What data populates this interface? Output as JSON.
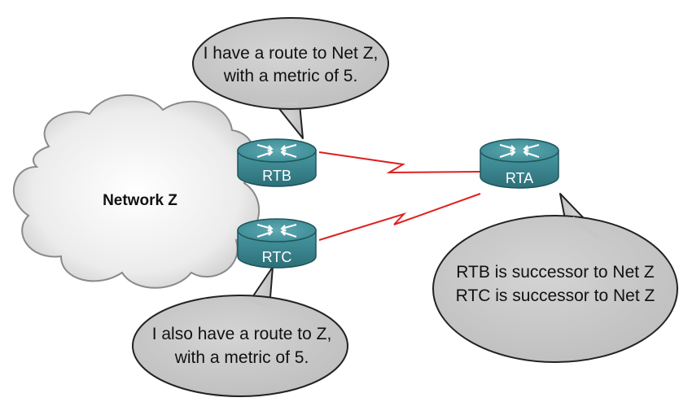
{
  "network": {
    "label": "Network Z"
  },
  "routers": {
    "rtb": {
      "label": "RTB"
    },
    "rtc": {
      "label": "RTC"
    },
    "rta": {
      "label": "RTA"
    }
  },
  "bubbles": {
    "rtb": {
      "line1": "I have a route to Net Z,",
      "line2": "with a metric of 5."
    },
    "rtc": {
      "line1": "I also have a route to Z,",
      "line2": "with a metric of 5."
    },
    "rta": {
      "line1": "RTB is successor to Net Z",
      "line2": "RTC is successor to Net Z"
    }
  },
  "colors": {
    "link": "#e02020",
    "router": "#3f8b95",
    "bubble": "#c9c9c9",
    "cloud": "#e6e6e6"
  }
}
